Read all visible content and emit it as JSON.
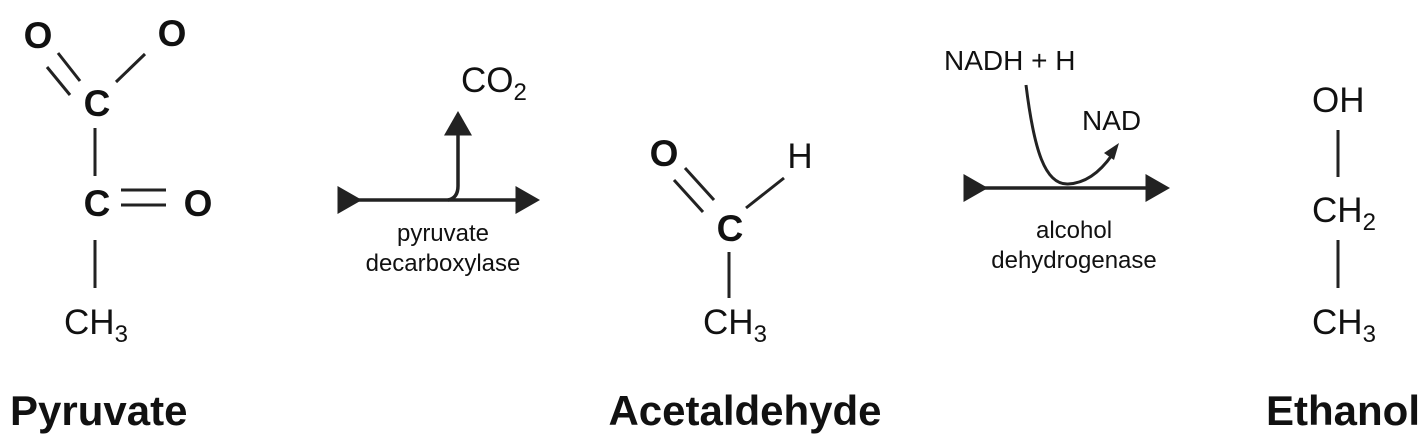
{
  "pyruvate": {
    "name": "Pyruvate",
    "atoms": {
      "o1": "O",
      "o2": "O",
      "c1": "C",
      "c2": "C",
      "o3": "O",
      "ch": "CH",
      "ch_sub": "3"
    }
  },
  "reaction1": {
    "enzyme_line1": "pyruvate",
    "enzyme_line2": "decarboxylase",
    "byproduct": "CO",
    "byproduct_sub": "2"
  },
  "acetaldehyde": {
    "name": "Acetaldehyde",
    "atoms": {
      "o": "O",
      "h": "H",
      "c": "C",
      "ch": "CH",
      "ch_sub": "3"
    }
  },
  "reaction2": {
    "enzyme_line1": "alcohol",
    "enzyme_line2": "dehydrogenase",
    "cofactor_in": "NADH + H",
    "cofactor_out": "NAD"
  },
  "ethanol": {
    "name": "Ethanol",
    "atoms": {
      "oh": "OH",
      "ch2": "CH",
      "ch2_sub": "2",
      "ch3": "CH",
      "ch3_sub": "3"
    }
  }
}
